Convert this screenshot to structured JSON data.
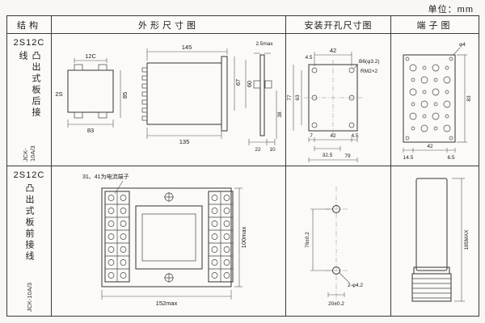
{
  "unit_label": "单位：mm",
  "headers": {
    "structure": "结构",
    "outline": "外形尺寸图",
    "mounting": "安装开孔尺寸图",
    "terminal": "端子图"
  },
  "row1": {
    "structure": {
      "model": "2S12C",
      "desc": "凸出式板后接线",
      "code": "JCK-10A/3"
    },
    "outline": {
      "front_top": "12C",
      "front_left": "2S",
      "front_width": "83",
      "front_height": "85",
      "side_top": "145",
      "side_bottom": "135",
      "side_h1": "67",
      "side_h2": "60",
      "panel_top": "2.5max",
      "panel_d1": "22",
      "panel_d2": "10",
      "panel_d3": "38"
    },
    "mounting": {
      "top_offset": "4.5",
      "top_span": "42",
      "hole_label": "B6(φ3.2)",
      "thread_label": "RM2×2",
      "left_outer": "77",
      "left_inner": "63",
      "bot_offset": "7",
      "bot_a": "32.5",
      "bot_b": "42",
      "bot_c": "4.5",
      "bot_total": "79"
    },
    "terminal": {
      "hole_label": "φ4",
      "d_bottom_a": "14.5",
      "d_bottom_b": "42",
      "d_right_small": "6.5",
      "d_height": "83"
    }
  },
  "row2": {
    "structure": {
      "model": "2S12C",
      "desc": "凸出式板前接线",
      "code": "JCK-10A/3"
    },
    "outline": {
      "note": "31、41为电流端子",
      "d_width": "152max",
      "d_height": "100max"
    },
    "mounting": {
      "d_span": "76±0.2",
      "hole_label": "2-φ4.2",
      "d_offset": "20±0.2"
    },
    "terminal": {
      "d_height": "185MAX"
    }
  }
}
